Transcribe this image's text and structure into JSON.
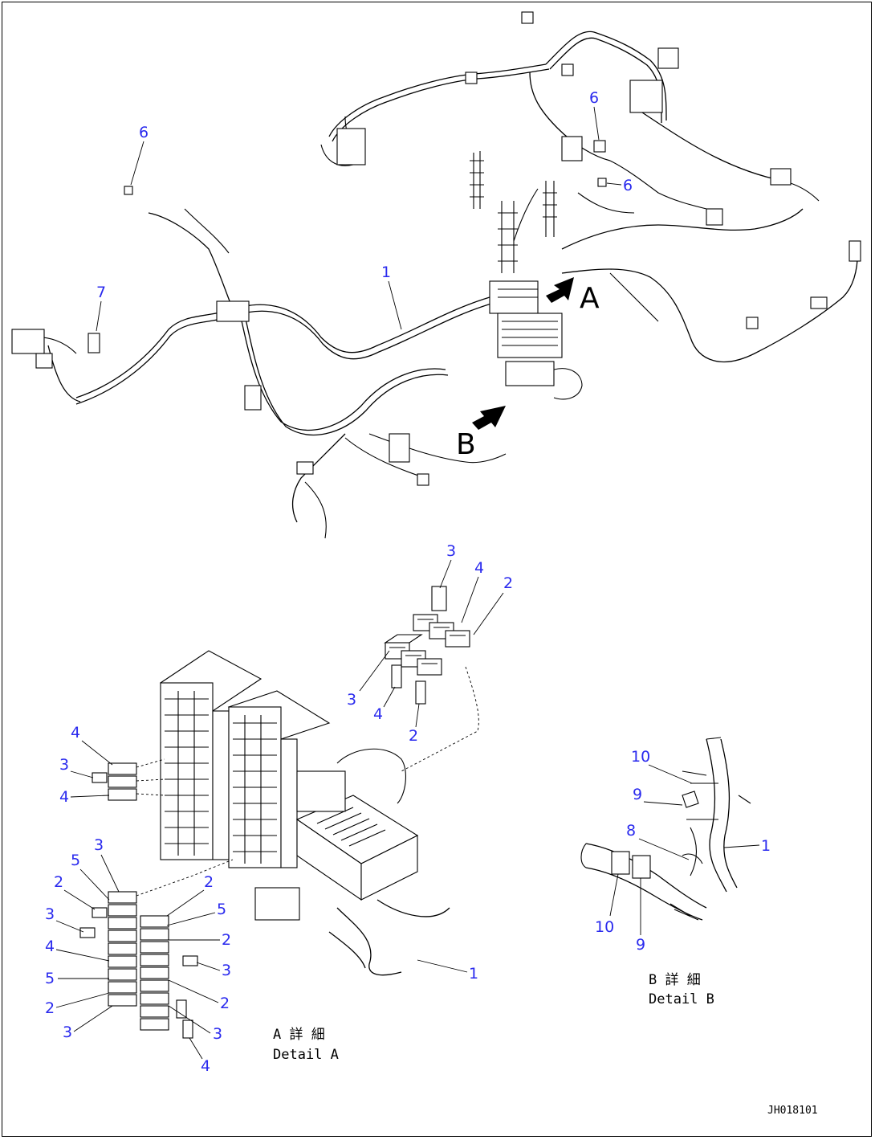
{
  "drawing": {
    "doc_id": "JH018101",
    "view_letters": {
      "a": "A",
      "b": "B"
    },
    "detail_a": {
      "caption_jp": "A 詳 細",
      "caption_en": "Detail A"
    },
    "detail_b": {
      "caption_jp": "B 詳 細",
      "caption_en": "Detail B"
    }
  },
  "callouts": [
    {
      "id": "c-main-1",
      "text": "1"
    },
    {
      "id": "c-main-6a",
      "text": "6"
    },
    {
      "id": "c-main-6b",
      "text": "6"
    },
    {
      "id": "c-main-6c",
      "text": "6"
    },
    {
      "id": "c-main-7",
      "text": "7"
    },
    {
      "id": "c-top-3a",
      "text": "3"
    },
    {
      "id": "c-top-4a",
      "text": "4"
    },
    {
      "id": "c-top-2a",
      "text": "2"
    },
    {
      "id": "c-top-3b",
      "text": "3"
    },
    {
      "id": "c-top-4b",
      "text": "4"
    },
    {
      "id": "c-top-2b",
      "text": "2"
    },
    {
      "id": "c-mid-4a",
      "text": "4"
    },
    {
      "id": "c-mid-3",
      "text": "3"
    },
    {
      "id": "c-mid-4b",
      "text": "4"
    },
    {
      "id": "c-bl-3",
      "text": "3"
    },
    {
      "id": "c-bl-5a",
      "text": "5"
    },
    {
      "id": "c-bl-2a",
      "text": "2"
    },
    {
      "id": "c-bl-3b",
      "text": "3"
    },
    {
      "id": "c-bl-4",
      "text": "4"
    },
    {
      "id": "c-bl-5b",
      "text": "5"
    },
    {
      "id": "c-bl-2b",
      "text": "2"
    },
    {
      "id": "c-bl-3c",
      "text": "3"
    },
    {
      "id": "c-br-2a",
      "text": "2"
    },
    {
      "id": "c-br-5",
      "text": "5"
    },
    {
      "id": "c-br-2b",
      "text": "2"
    },
    {
      "id": "c-br-3a",
      "text": "3"
    },
    {
      "id": "c-br-2c",
      "text": "2"
    },
    {
      "id": "c-br-3b",
      "text": "3"
    },
    {
      "id": "c-br-4",
      "text": "4"
    },
    {
      "id": "c-a-1",
      "text": "1"
    },
    {
      "id": "c-b-10a",
      "text": "10"
    },
    {
      "id": "c-b-9a",
      "text": "9"
    },
    {
      "id": "c-b-8",
      "text": "8"
    },
    {
      "id": "c-b-1",
      "text": "1"
    },
    {
      "id": "c-b-10b",
      "text": "10"
    },
    {
      "id": "c-b-9b",
      "text": "9"
    }
  ],
  "colors": {
    "callout": "#2a2aee",
    "line": "#000000",
    "background": "#ffffff"
  }
}
